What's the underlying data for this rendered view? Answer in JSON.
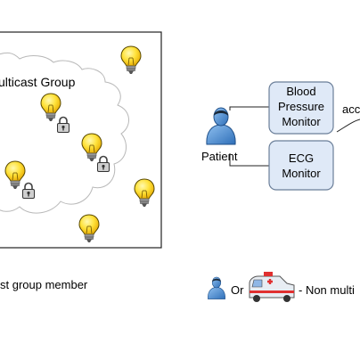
{
  "multicast_area": {
    "title": "ulticast Group"
  },
  "patient": {
    "label": "Patient"
  },
  "devices": [
    {
      "lines": [
        "Blood",
        "Pressure",
        "Monitor"
      ]
    },
    {
      "lines": [
        "ECG",
        "Monitor"
      ]
    }
  ],
  "edge_labels": {
    "right_fragment": "acc"
  },
  "legend": {
    "group_member_text": "st group member",
    "or_text": "Or",
    "non_member_text": "- Non multi"
  },
  "colors": {
    "device_fill": "#dfe9f7",
    "device_stroke": "#6b7f99",
    "bulb_yellow": "#ffd21f",
    "cloud_stroke": "#b8b8b8",
    "person_blue": "#4e8fd6"
  }
}
